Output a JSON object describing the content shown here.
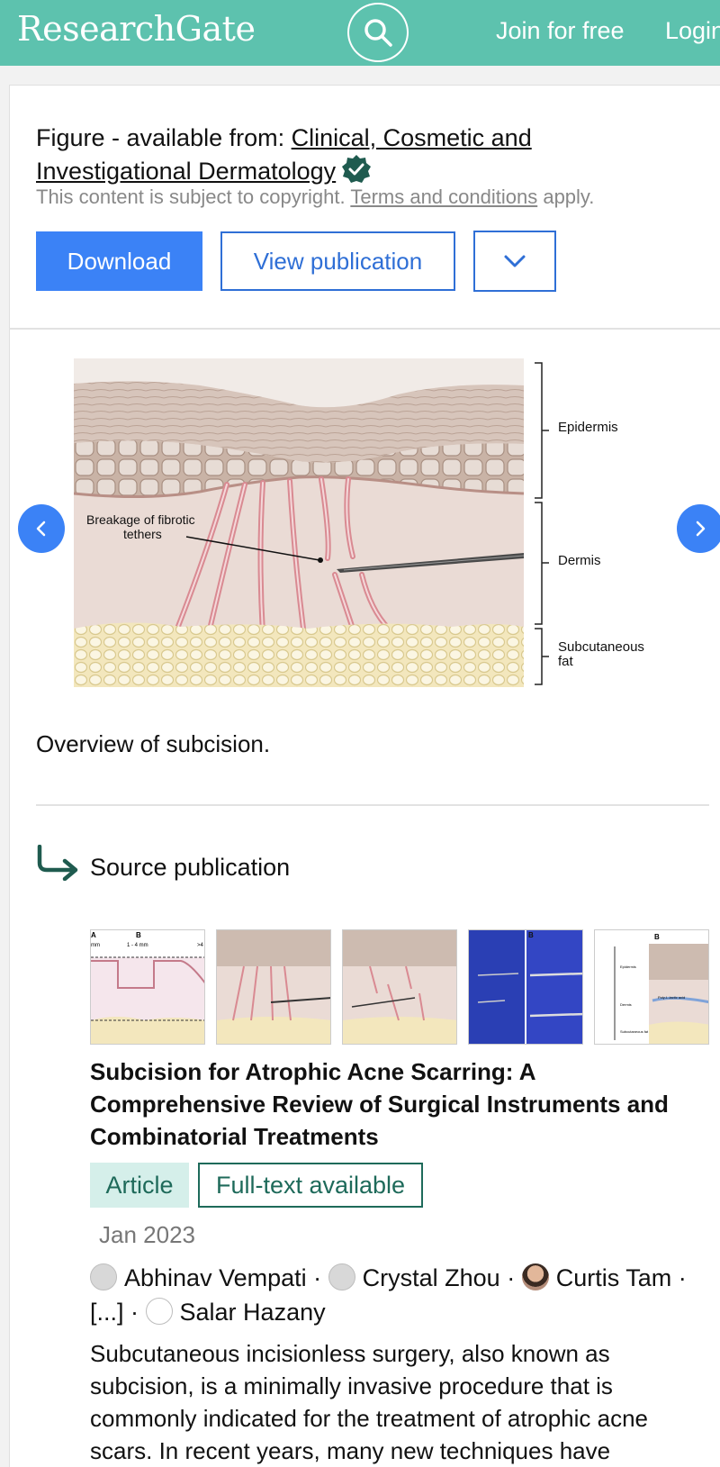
{
  "header": {
    "logo": "ResearchGate",
    "join_label": "Join for free",
    "login_label": "Login"
  },
  "availability": {
    "prefix": "Figure - available from: ",
    "journal": "Clinical, Cosmetic and Investigational Dermatology",
    "copyright_prefix": "This content is subject to copyright. ",
    "terms_link": "Terms and conditions",
    "copyright_suffix": " apply."
  },
  "actions": {
    "download_label": "Download",
    "view_label": "View publication"
  },
  "figure": {
    "labels": {
      "epidermis": "Epidermis",
      "dermis": "Dermis",
      "subcutaneous_line1": "Subcutaneous",
      "subcutaneous_line2": "fat",
      "breakage_line1": "Breakage of fibrotic",
      "breakage_line2": "tethers"
    },
    "caption": "Overview of subcision."
  },
  "thumbnails": {
    "t1_labels": [
      "A",
      "B",
      "mm",
      "1 - 4 mm",
      ">4"
    ],
    "t5_labels": [
      "B",
      "Epidermis",
      "Dermis",
      "Subcutaneous fat",
      "Poly-L-lactic acid"
    ],
    "t4_label": "B"
  },
  "source": {
    "section_title": "Source publication",
    "title": "Subcision for Atrophic Acne Scarring: A Comprehensive Review of Surgical Instruments and Combinatorial Treatments",
    "type_badge": "Article",
    "fulltext_badge": "Full-text available",
    "date": "Jan 2023",
    "authors": [
      {
        "name": "Abhinav Vempati",
        "avatar": "placeholder"
      },
      {
        "name": "Crystal Zhou",
        "avatar": "placeholder"
      },
      {
        "name": "Curtis Tam",
        "avatar": "photo"
      },
      {
        "name": "[...]",
        "avatar": "none"
      },
      {
        "name": "Salar Hazany",
        "avatar": "outline"
      }
    ],
    "separator": " · ",
    "abstract": "Subcutaneous incisionless surgery, also known as subcision, is a minimally invasive procedure that is commonly indicated for the treatment of atrophic acne scars. In recent years, many new techniques have"
  },
  "colors": {
    "brand": "#5dc2ae",
    "primary": "#3b82f6",
    "badge_teal": "#1e6a5a"
  }
}
